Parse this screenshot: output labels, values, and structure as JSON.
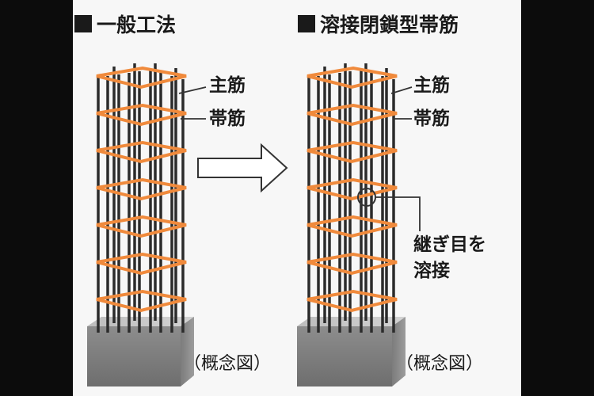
{
  "left": {
    "title": "一般工法",
    "main_bar_label": "主筋",
    "hoop_label": "帯筋",
    "caption": "（概念図）"
  },
  "right": {
    "title": "溶接閉鎖型帯筋",
    "main_bar_label": "主筋",
    "hoop_label": "帯筋",
    "joint_label_line1": "継ぎ目を",
    "joint_label_line2": "溶接",
    "caption": "（概念図）"
  },
  "colors": {
    "hoop": "#f08a3c",
    "rebar": "#2b2b2b",
    "concrete": "#9a9a9a",
    "text": "#1a1a1a",
    "background": "#f7f7f7"
  }
}
